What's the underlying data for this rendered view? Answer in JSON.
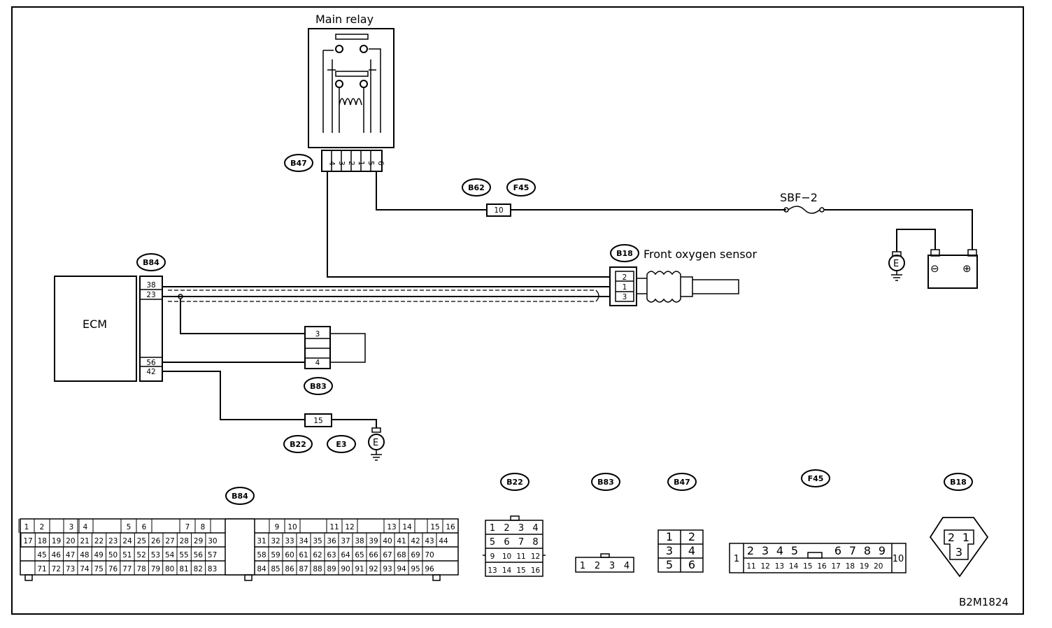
{
  "labels": {
    "main_relay": "Main relay",
    "front_oxygen_sensor": "Front oxygen sensor",
    "ecm": "ECM",
    "fuse": "SBF−2",
    "ground": "E",
    "figure_code": "B2M1824"
  },
  "connector_tags": {
    "b47": "B47",
    "b62": "B62",
    "f45": "F45",
    "b84": "B84",
    "b18": "B18",
    "b83": "B83",
    "b22": "B22",
    "e3": "E3"
  },
  "relay_pins": [
    "4",
    "3",
    "2",
    "1",
    "5",
    "6"
  ],
  "junction_pin": "10",
  "ecm_pins": {
    "p38": "38",
    "p23": "23",
    "p56": "56",
    "p42": "42"
  },
  "b18_pins": [
    "2",
    "1",
    "3"
  ],
  "b83_pins": {
    "top": "3",
    "bottom": "4"
  },
  "b22_pin": "15",
  "battery": {
    "minus": "⊖",
    "plus": "⊕"
  },
  "face": {
    "b84": {
      "tag": "B84",
      "row1": [
        "1",
        "2",
        "3",
        "4",
        "5",
        "6",
        "7",
        "8",
        "9",
        "10",
        "11",
        "12",
        "13",
        "14",
        "15",
        "16"
      ],
      "row2": [
        "17",
        "18",
        "19",
        "20",
        "21",
        "22",
        "23",
        "24",
        "25",
        "26",
        "27",
        "28",
        "29",
        "30",
        "31",
        "32",
        "33",
        "34",
        "35",
        "36",
        "37",
        "38",
        "39",
        "40",
        "41",
        "42",
        "43",
        "44"
      ],
      "row3": [
        "45",
        "46",
        "47",
        "48",
        "49",
        "50",
        "51",
        "52",
        "53",
        "54",
        "55",
        "56",
        "57",
        "58",
        "59",
        "60",
        "61",
        "62",
        "63",
        "64",
        "65",
        "66",
        "67",
        "68",
        "69",
        "70"
      ],
      "row4": [
        "71",
        "72",
        "73",
        "74",
        "75",
        "76",
        "77",
        "78",
        "79",
        "80",
        "81",
        "82",
        "83",
        "84",
        "85",
        "86",
        "87",
        "88",
        "89",
        "90",
        "91",
        "92",
        "93",
        "94",
        "95",
        "96"
      ]
    },
    "b22": {
      "tag": "B22",
      "pins": [
        "1",
        "2",
        "3",
        "4",
        "5",
        "6",
        "7",
        "8",
        "9",
        "10",
        "11",
        "12",
        "13",
        "14",
        "15",
        "16"
      ]
    },
    "b83": {
      "tag": "B83",
      "pins": [
        "1",
        "2",
        "3",
        "4"
      ]
    },
    "b47": {
      "tag": "B47",
      "pins": [
        "1",
        "2",
        "3",
        "4",
        "5",
        "6"
      ]
    },
    "f45": {
      "tag": "F45",
      "p1": "1",
      "top": [
        "2",
        "3",
        "4",
        "5",
        "6",
        "7",
        "8",
        "9"
      ],
      "bottom": [
        "11",
        "12",
        "13",
        "14",
        "15",
        "16",
        "17",
        "18",
        "19",
        "20"
      ],
      "p10": "10"
    },
    "b18": {
      "tag": "B18",
      "pins": [
        "2",
        "1",
        "3"
      ]
    }
  }
}
